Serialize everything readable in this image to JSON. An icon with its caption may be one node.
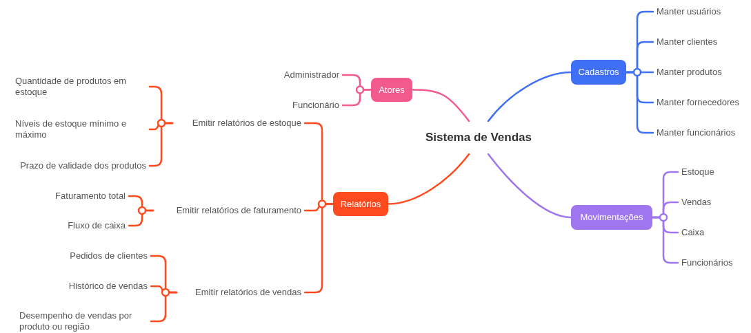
{
  "diagram": {
    "nodes": [
      {
        "text": [
          "Sistema de Vendas"
        ]
      },
      {
        "text": [
          "Atores"
        ]
      },
      {
        "text": [
          "Administrador"
        ]
      },
      {
        "text": [
          "Funcionário"
        ]
      },
      {
        "text": [
          "Relatórios"
        ]
      },
      {
        "text": [
          "Emitir relatórios de estoque"
        ]
      },
      {
        "text": [
          "Quantidade de produtos em estoque"
        ]
      },
      {
        "text": [
          "Níveis de estoque mínimo e máximo"
        ]
      },
      {
        "text": [
          "Prazo de validade dos produtos"
        ]
      },
      {
        "text": [
          "Emitir relatórios de faturamento"
        ]
      },
      {
        "text": [
          "Faturamento total"
        ]
      },
      {
        "text": [
          "Fluxo de caixa"
        ]
      },
      {
        "text": [
          "Emitir relatórios de vendas"
        ]
      },
      {
        "text": [
          "Pedidos de clientes"
        ]
      },
      {
        "text": [
          "Histórico de vendas"
        ]
      },
      {
        "text": [
          "Desempenho de vendas por produto ou região"
        ]
      },
      {
        "text": [
          "Cadastros"
        ]
      },
      {
        "text": [
          "Manter usuários"
        ]
      },
      {
        "text": [
          "Manter clientes"
        ]
      },
      {
        "text": [
          "Manter produtos"
        ]
      },
      {
        "text": [
          "Manter fornecedores"
        ]
      },
      {
        "text": [
          "Manter funcionários"
        ]
      },
      {
        "text": [
          "Movimentações"
        ]
      },
      {
        "text": [
          "Estoque"
        ]
      },
      {
        "text": [
          "Vendas"
        ]
      },
      {
        "text": [
          "Caixa"
        ]
      },
      {
        "text": [
          "Funcionários"
        ]
      }
    ],
    "edges": [
      {
        "from": 0,
        "to": 1,
        "arrow": "none",
        "color": "#f25a8e"
      },
      {
        "from": 1,
        "to": 2,
        "arrow": "none",
        "color": "#f25a8e"
      },
      {
        "from": 1,
        "to": 3,
        "arrow": "none",
        "color": "#f25a8e"
      },
      {
        "from": 0,
        "to": 4,
        "arrow": "none",
        "color": "#ff4a1f"
      },
      {
        "from": 4,
        "to": 5,
        "arrow": "none",
        "color": "#ff4a1f"
      },
      {
        "from": 5,
        "to": 6,
        "arrow": "none",
        "color": "#ff4a1f"
      },
      {
        "from": 5,
        "to": 7,
        "arrow": "none",
        "color": "#ff4a1f"
      },
      {
        "from": 5,
        "to": 8,
        "arrow": "none",
        "color": "#ff4a1f"
      },
      {
        "from": 4,
        "to": 9,
        "arrow": "none",
        "color": "#ff4a1f"
      },
      {
        "from": 9,
        "to": 10,
        "arrow": "none",
        "color": "#ff4a1f"
      },
      {
        "from": 9,
        "to": 11,
        "arrow": "none",
        "color": "#ff4a1f"
      },
      {
        "from": 4,
        "to": 12,
        "arrow": "none",
        "color": "#ff4a1f"
      },
      {
        "from": 12,
        "to": 13,
        "arrow": "none",
        "color": "#ff4a1f"
      },
      {
        "from": 12,
        "to": 14,
        "arrow": "none",
        "color": "#ff4a1f"
      },
      {
        "from": 12,
        "to": 15,
        "arrow": "none",
        "color": "#ff4a1f"
      },
      {
        "from": 0,
        "to": 16,
        "arrow": "none",
        "color": "#3f6ff5"
      },
      {
        "from": 16,
        "to": 17,
        "arrow": "none",
        "color": "#3f6ff5"
      },
      {
        "from": 16,
        "to": 18,
        "arrow": "none",
        "color": "#3f6ff5"
      },
      {
        "from": 16,
        "to": 19,
        "arrow": "none",
        "color": "#3f6ff5"
      },
      {
        "from": 16,
        "to": 20,
        "arrow": "none",
        "color": "#3f6ff5"
      },
      {
        "from": 16,
        "to": 21,
        "arrow": "none",
        "color": "#3f6ff5"
      },
      {
        "from": 0,
        "to": 22,
        "arrow": "none",
        "color": "#a076f0"
      },
      {
        "from": 22,
        "to": 23,
        "arrow": "none",
        "color": "#a076f0"
      },
      {
        "from": 22,
        "to": 24,
        "arrow": "none",
        "color": "#a076f0"
      },
      {
        "from": 22,
        "to": 25,
        "arrow": "none",
        "color": "#a076f0"
      },
      {
        "from": 22,
        "to": 26,
        "arrow": "none",
        "color": "#a076f0"
      }
    ]
  }
}
